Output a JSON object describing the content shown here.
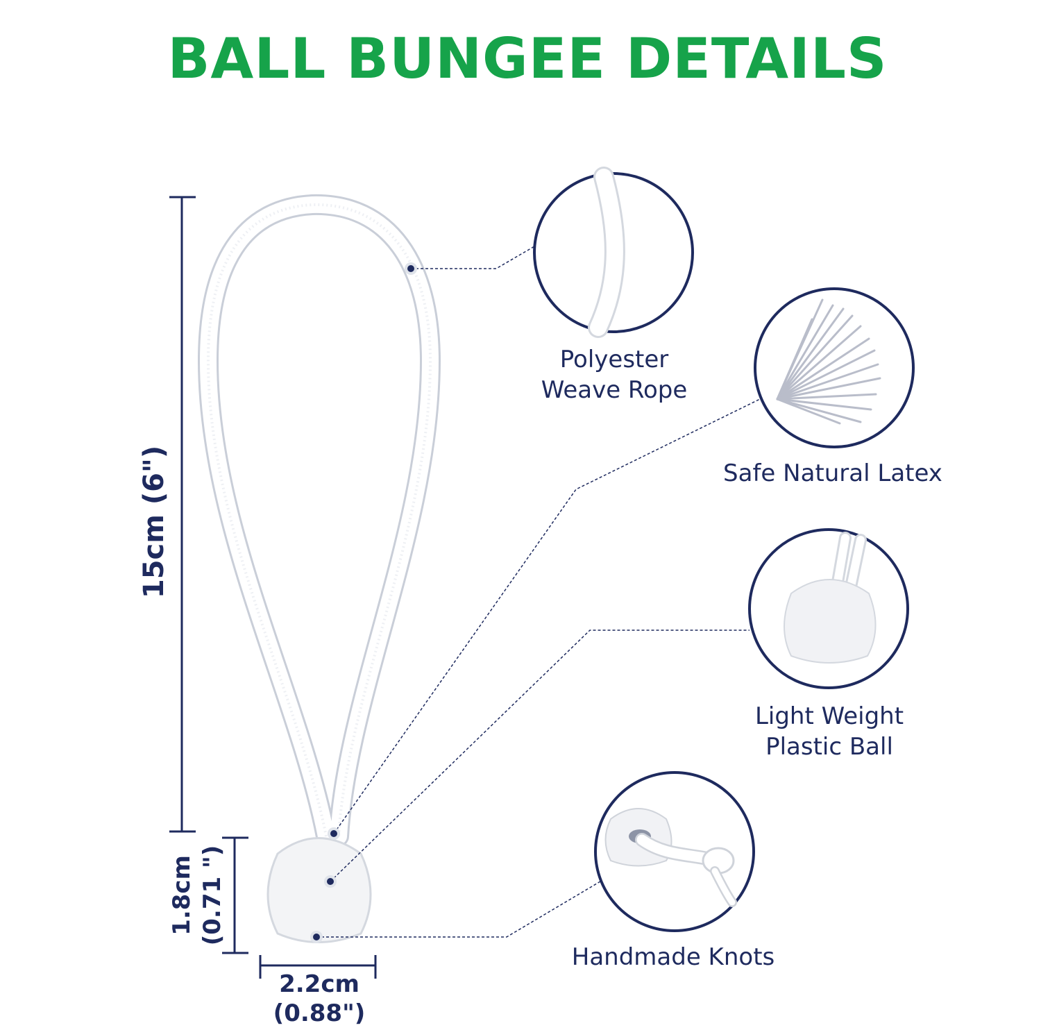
{
  "title": "BALL BUNGEE DETAILS",
  "colors": {
    "title": "#16a34a",
    "accent": "#1e2a5e",
    "rope": "#ffffff",
    "rope_outline": "#d9dde4"
  },
  "features": [
    {
      "line1": "Polyester",
      "line2": "Weave Rope",
      "icon": "rope-closeup-icon"
    },
    {
      "line1": "Safe Natural Latex",
      "line2": "",
      "icon": "latex-strands-icon"
    },
    {
      "line1": "Light Weight",
      "line2": "Plastic Ball",
      "icon": "plastic-ball-icon"
    },
    {
      "line1": "Handmade Knots",
      "line2": "",
      "icon": "knot-icon"
    }
  ],
  "dimensions": {
    "length": "15cm (6\")",
    "ball_height_cm": "1.8cm",
    "ball_height_in": "(0.71 \")",
    "ball_width_cm": "2.2cm",
    "ball_width_in": "(0.88\")"
  }
}
